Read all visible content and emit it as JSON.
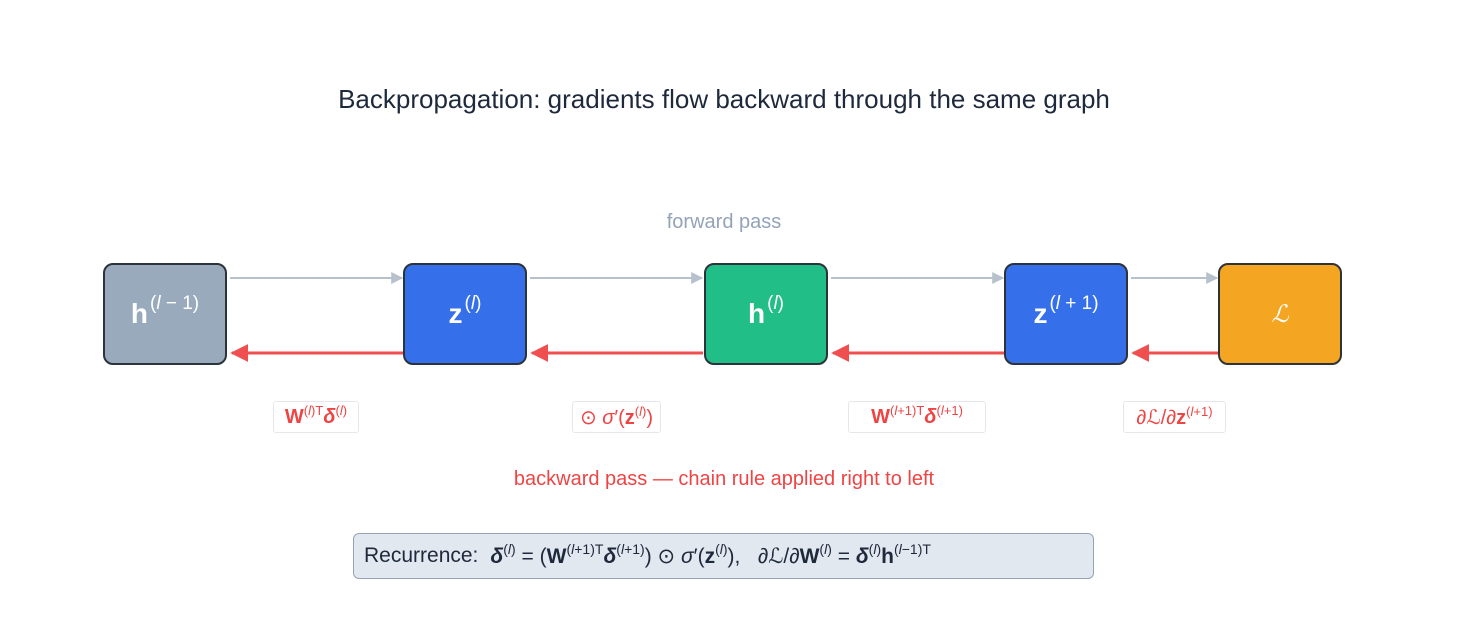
{
  "title": "Backpropagation: gradients flow backward through the same graph",
  "forward_label": "forward pass",
  "backward_label": "backward pass — chain rule applied right to left",
  "colors": {
    "h_prev": "#9aaabd",
    "z": "#356fea",
    "h": "#22be88",
    "loss": "#f4a521",
    "forward_arrow": "#b7c0cd",
    "backward_arrow": "#ef4f4f",
    "backward_text": "#ef4444"
  },
  "nodes": [
    {
      "id": "h_prev",
      "base": "h",
      "sup": "(l − 1)"
    },
    {
      "id": "z_l",
      "base": "z",
      "sup": "(l)"
    },
    {
      "id": "h_l",
      "base": "h",
      "sup": "(l)"
    },
    {
      "id": "z_next",
      "base": "z",
      "sup": "(l + 1)"
    },
    {
      "id": "loss",
      "base": "ℒ",
      "sup": ""
    }
  ],
  "gradient_labels": [
    "W^(l)T δ^(l)",
    "⊙ σ′(z^(l))",
    "W^(l+1)T δ^(l+1)",
    "∂ℒ/∂z^(l+1)"
  ],
  "recurrence": {
    "label": "Recurrence:",
    "equation": "δ^(l) = (W^(l+1)T δ^(l+1)) ⊙ σ′(z^(l)),   ∂ℒ/∂W^(l) = δ^(l) h^(l−1)T"
  }
}
